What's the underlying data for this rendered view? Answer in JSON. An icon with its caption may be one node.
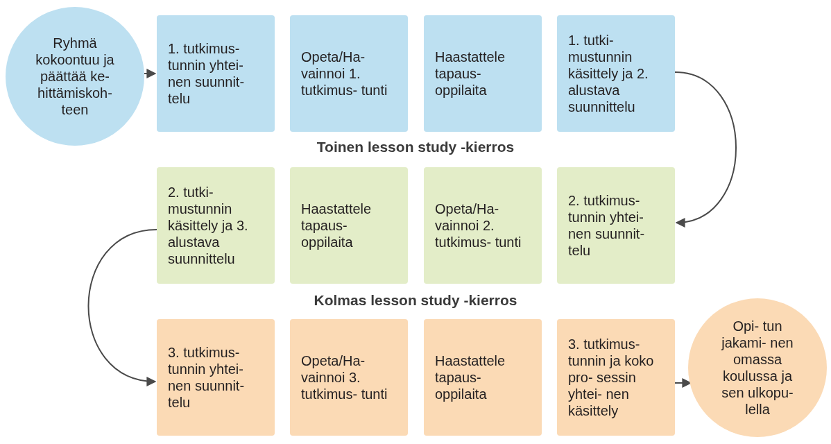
{
  "diagram": {
    "nodes": [
      {
        "text": [
          "Ryhmä kokoontuu ja päättää ke- hittämiskoh- teen"
        ]
      },
      {
        "text": [
          "1. tutkimus- tunnin yhtei- nen suunnit- telu"
        ]
      },
      {
        "text": [
          "Opeta/Ha- vainnoi 1. tutkimus- tunti"
        ]
      },
      {
        "text": [
          "Haastattele tapaus- oppilaita"
        ]
      },
      {
        "text": [
          "1. tutki- mustunnin käsittely ja 2. alustava suunnittelu"
        ]
      },
      {
        "text": [
          "2. tutki- mustunnin käsittely ja 3. alustava suunnittelu"
        ]
      },
      {
        "text": [
          "Haastattele tapaus- oppilaita"
        ]
      },
      {
        "text": [
          "Opeta/Ha- vainnoi 2. tutkimus- tunti"
        ]
      },
      {
        "text": [
          "2. tutkimus- tunnin yhtei- nen suunnit- telu"
        ]
      },
      {
        "text": [
          "3. tutkimus- tunnin yhtei- nen suunnit- telu"
        ]
      },
      {
        "text": [
          "Opeta/Ha- vainnoi 3. tutkimus- tunti"
        ]
      },
      {
        "text": [
          "Haastattele tapaus- oppilaita"
        ]
      },
      {
        "text": [
          "3. tutkimus- tunnin ja koko pro- sessin yhtei- nen käsittely"
        ]
      },
      {
        "text": [
          "Opi- tun jakami- nen omassa koulussa ja sen ulkopu- lella"
        ]
      }
    ],
    "edges": [
      {
        "from": 0,
        "to": 1,
        "arrow": "to"
      },
      {
        "from": 4,
        "to": 8,
        "arrow": "to"
      },
      {
        "from": 5,
        "to": 9,
        "arrow": "to"
      },
      {
        "from": 12,
        "to": 13,
        "arrow": "to"
      }
    ],
    "labels": [
      "Toinen lesson study -kierros",
      "Kolmas lesson study -kierros"
    ]
  }
}
